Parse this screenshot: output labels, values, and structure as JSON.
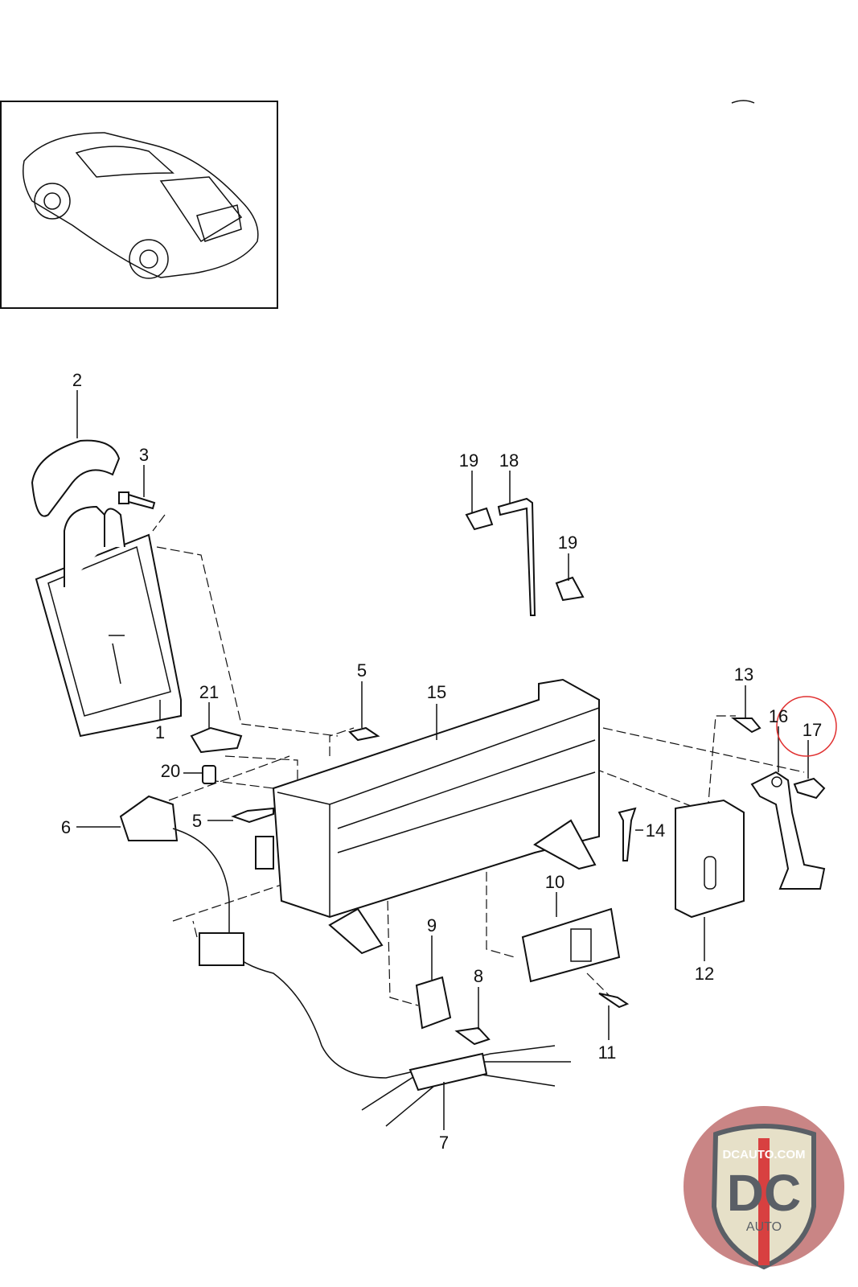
{
  "diagram": {
    "callouts": [
      {
        "id": "c2",
        "label": "2"
      },
      {
        "id": "c3",
        "label": "3"
      },
      {
        "id": "c19a",
        "label": "19"
      },
      {
        "id": "c18",
        "label": "18"
      },
      {
        "id": "c19b",
        "label": "19"
      },
      {
        "id": "c5a",
        "label": "5"
      },
      {
        "id": "c15",
        "label": "15"
      },
      {
        "id": "c13",
        "label": "13"
      },
      {
        "id": "c16",
        "label": "16"
      },
      {
        "id": "c17",
        "label": "17"
      },
      {
        "id": "c21",
        "label": "21"
      },
      {
        "id": "c1",
        "label": "1"
      },
      {
        "id": "c20",
        "label": "20"
      },
      {
        "id": "c6",
        "label": "6"
      },
      {
        "id": "c5b",
        "label": "5"
      },
      {
        "id": "c14",
        "label": "14"
      },
      {
        "id": "c10",
        "label": "10"
      },
      {
        "id": "c9",
        "label": "9"
      },
      {
        "id": "c8",
        "label": "8"
      },
      {
        "id": "c12",
        "label": "12"
      },
      {
        "id": "c11",
        "label": "11"
      },
      {
        "id": "c7",
        "label": "7"
      }
    ],
    "highlighted_part": "17",
    "highlight_color": "#e03030"
  },
  "logo": {
    "top_text": "DCAUTO.COM",
    "main_text": "DC",
    "sub_text": "AUTO",
    "colors": {
      "circle": "#c98585",
      "shield": "#e6e0c8",
      "letters": "#5a5f66",
      "stripe": "#d84040"
    }
  }
}
